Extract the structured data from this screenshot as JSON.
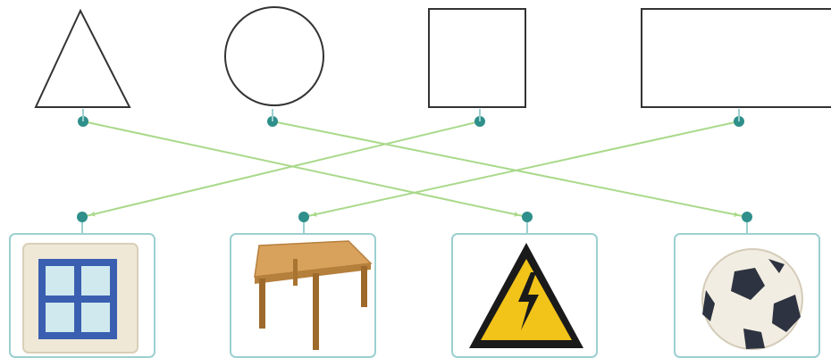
{
  "colors": {
    "connector_line": "#a9d98a",
    "dot": "#2f8f8a",
    "shape_stroke": "#333333",
    "card_border": "#9ccfd0"
  },
  "shapes": [
    {
      "id": "triangle",
      "icon": "triangle-shape"
    },
    {
      "id": "circle",
      "icon": "circle-shape"
    },
    {
      "id": "square",
      "icon": "square-shape"
    },
    {
      "id": "rectangle",
      "icon": "rectangle-shape"
    }
  ],
  "objects": [
    {
      "id": "window",
      "icon": "window-icon"
    },
    {
      "id": "table",
      "icon": "table-icon"
    },
    {
      "id": "warning-sign",
      "icon": "high-voltage-warning-icon"
    },
    {
      "id": "soccer-ball",
      "icon": "soccer-ball-icon"
    }
  ],
  "matches": [
    {
      "shape": "triangle",
      "object": "warning-sign"
    },
    {
      "shape": "circle",
      "object": "soccer-ball"
    },
    {
      "shape": "square",
      "object": "window"
    },
    {
      "shape": "rectangle",
      "object": "table"
    }
  ]
}
